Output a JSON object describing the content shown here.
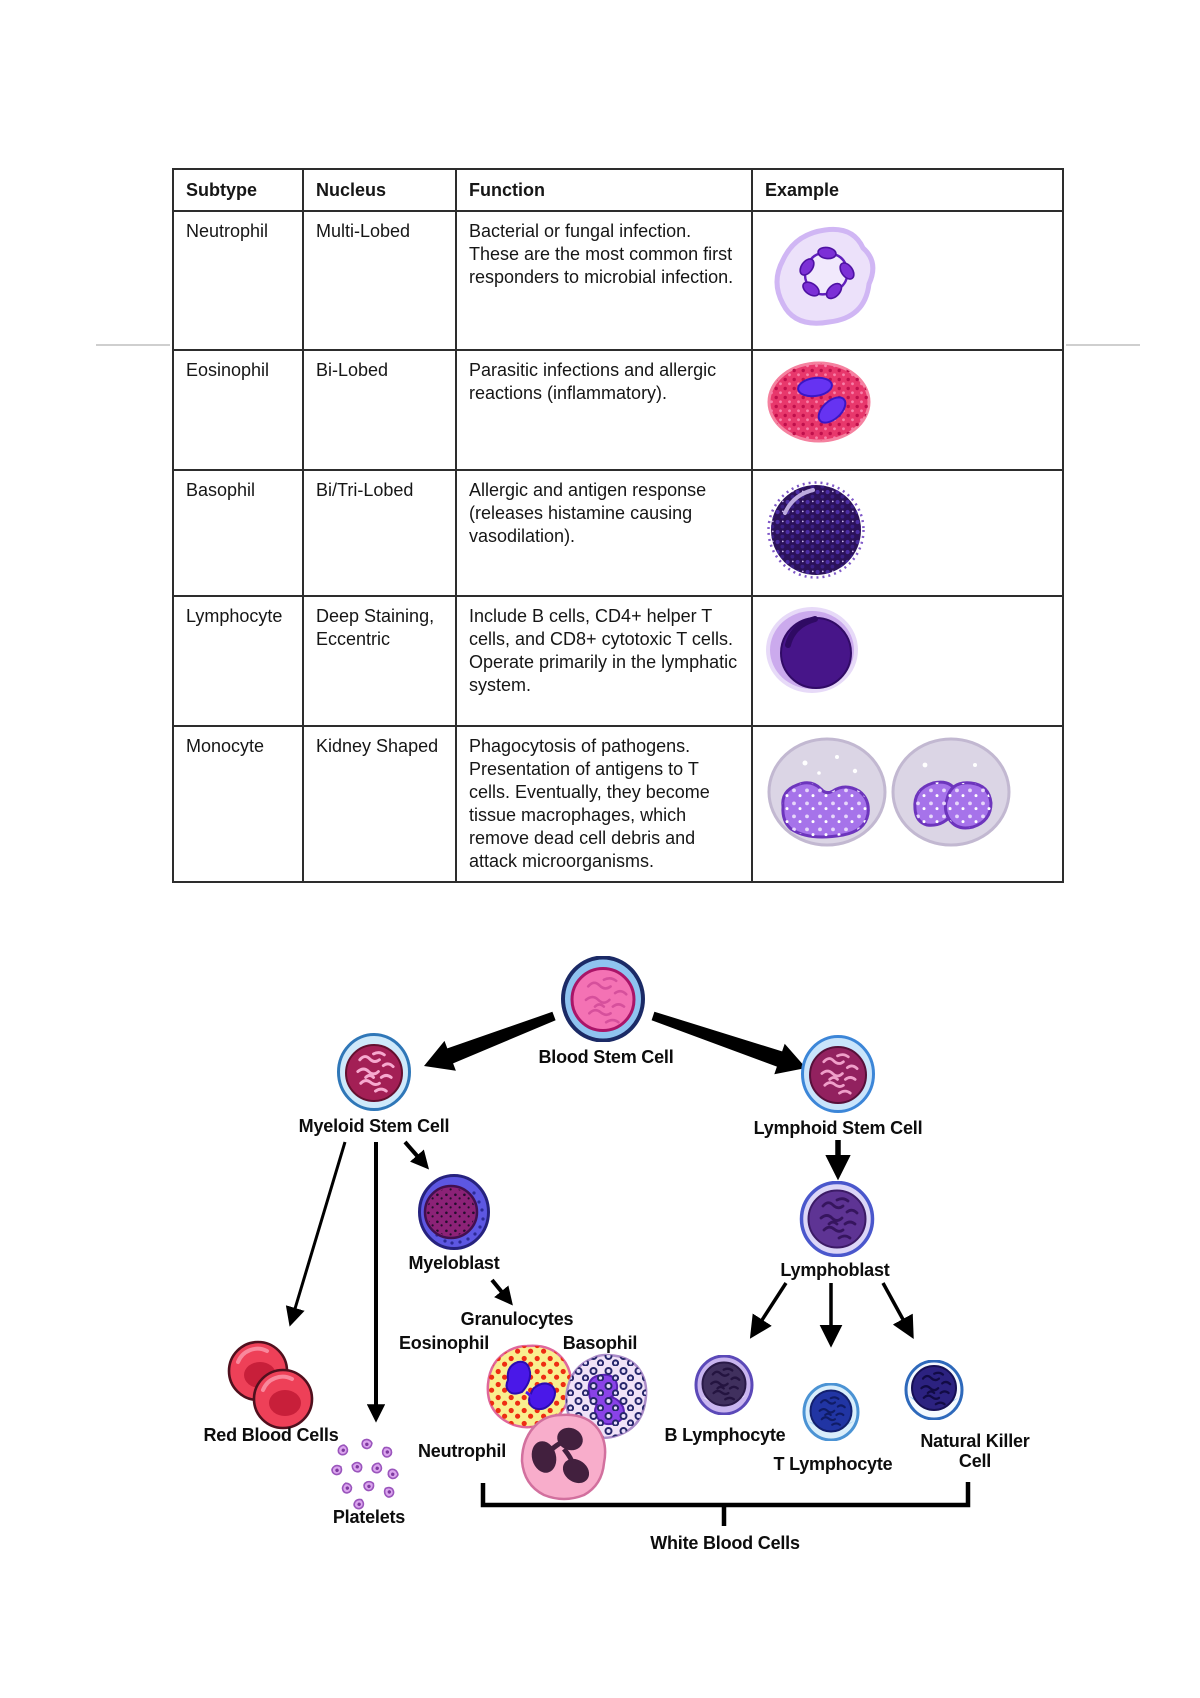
{
  "table": {
    "headers": [
      "Subtype",
      "Nucleus",
      "Function",
      "Example"
    ],
    "rows": [
      {
        "subtype": "Neutrophil",
        "nucleus": "Multi-Lobed",
        "function": "Bacterial or fungal infection. These are the most common first responders to microbial infection.",
        "example_icon": "neutrophil-cell"
      },
      {
        "subtype": "Eosinophil",
        "nucleus": "Bi-Lobed",
        "function": "Parasitic infections and allergic reactions (inflammatory).",
        "example_icon": "eosinophil-cell"
      },
      {
        "subtype": "Basophil",
        "nucleus": "Bi/Tri-Lobed",
        "function": "Allergic and antigen response (releases histamine causing vasodilation).",
        "example_icon": "basophil-cell"
      },
      {
        "subtype": "Lymphocyte",
        "nucleus": "Deep Staining, Eccentric",
        "function": "Include B cells, CD4+ helper T cells, and CD8+ cytotoxic T cells. Operate primarily in the lymphatic system.",
        "example_icon": "lymphocyte-cell"
      },
      {
        "subtype": "Monocyte",
        "nucleus": "Kidney Shaped",
        "function": "Phagocytosis of pathogens. Presentation of antigens to T cells. Eventually, they become tissue macrophages, which remove dead cell debris and attack microorganisms.",
        "example_icon": "monocyte-cells"
      }
    ]
  },
  "diagram": {
    "labels": {
      "blood_stem_cell": "Blood Stem Cell",
      "myeloid_stem_cell": "Myeloid Stem Cell",
      "lymphoid_stem_cell": "Lymphoid Stem Cell",
      "myeloblast": "Myeloblast",
      "granulocytes": "Granulocytes",
      "eosinophil": "Eosinophil",
      "basophil": "Basophil",
      "neutrophil": "Neutrophil",
      "red_blood_cells": "Red Blood Cells",
      "platelets": "Platelets",
      "lymphoblast": "Lymphoblast",
      "b_lymphocyte": "B Lymphocyte",
      "t_lymphocyte": "T Lymphocyte",
      "natural_killer_cell": "Natural Killer Cell",
      "white_blood_cells": "White Blood Cells"
    }
  },
  "colors": {
    "table_border": "#2d2d2d",
    "arrow": "#000000",
    "stem_cell_pink": "#f472b4",
    "stem_ring_blue": "#8fc3f0",
    "myeloid_inner": "#a31f55",
    "lymphoid_inner": "#92215f",
    "myeloblast_inner": "#8c2277",
    "lymphoblast_inner": "#5e3494",
    "eosinophil_yellow": "#f9ef8f",
    "basophil_lavender": "#f0e2f7",
    "neutrophil_pink": "#f8adcb",
    "red_blood_cell": "#ee4058",
    "platelet": "#dba5ee",
    "lymphocyte_purple": "#471589",
    "monocyte_nucleus": "#a673ea"
  }
}
